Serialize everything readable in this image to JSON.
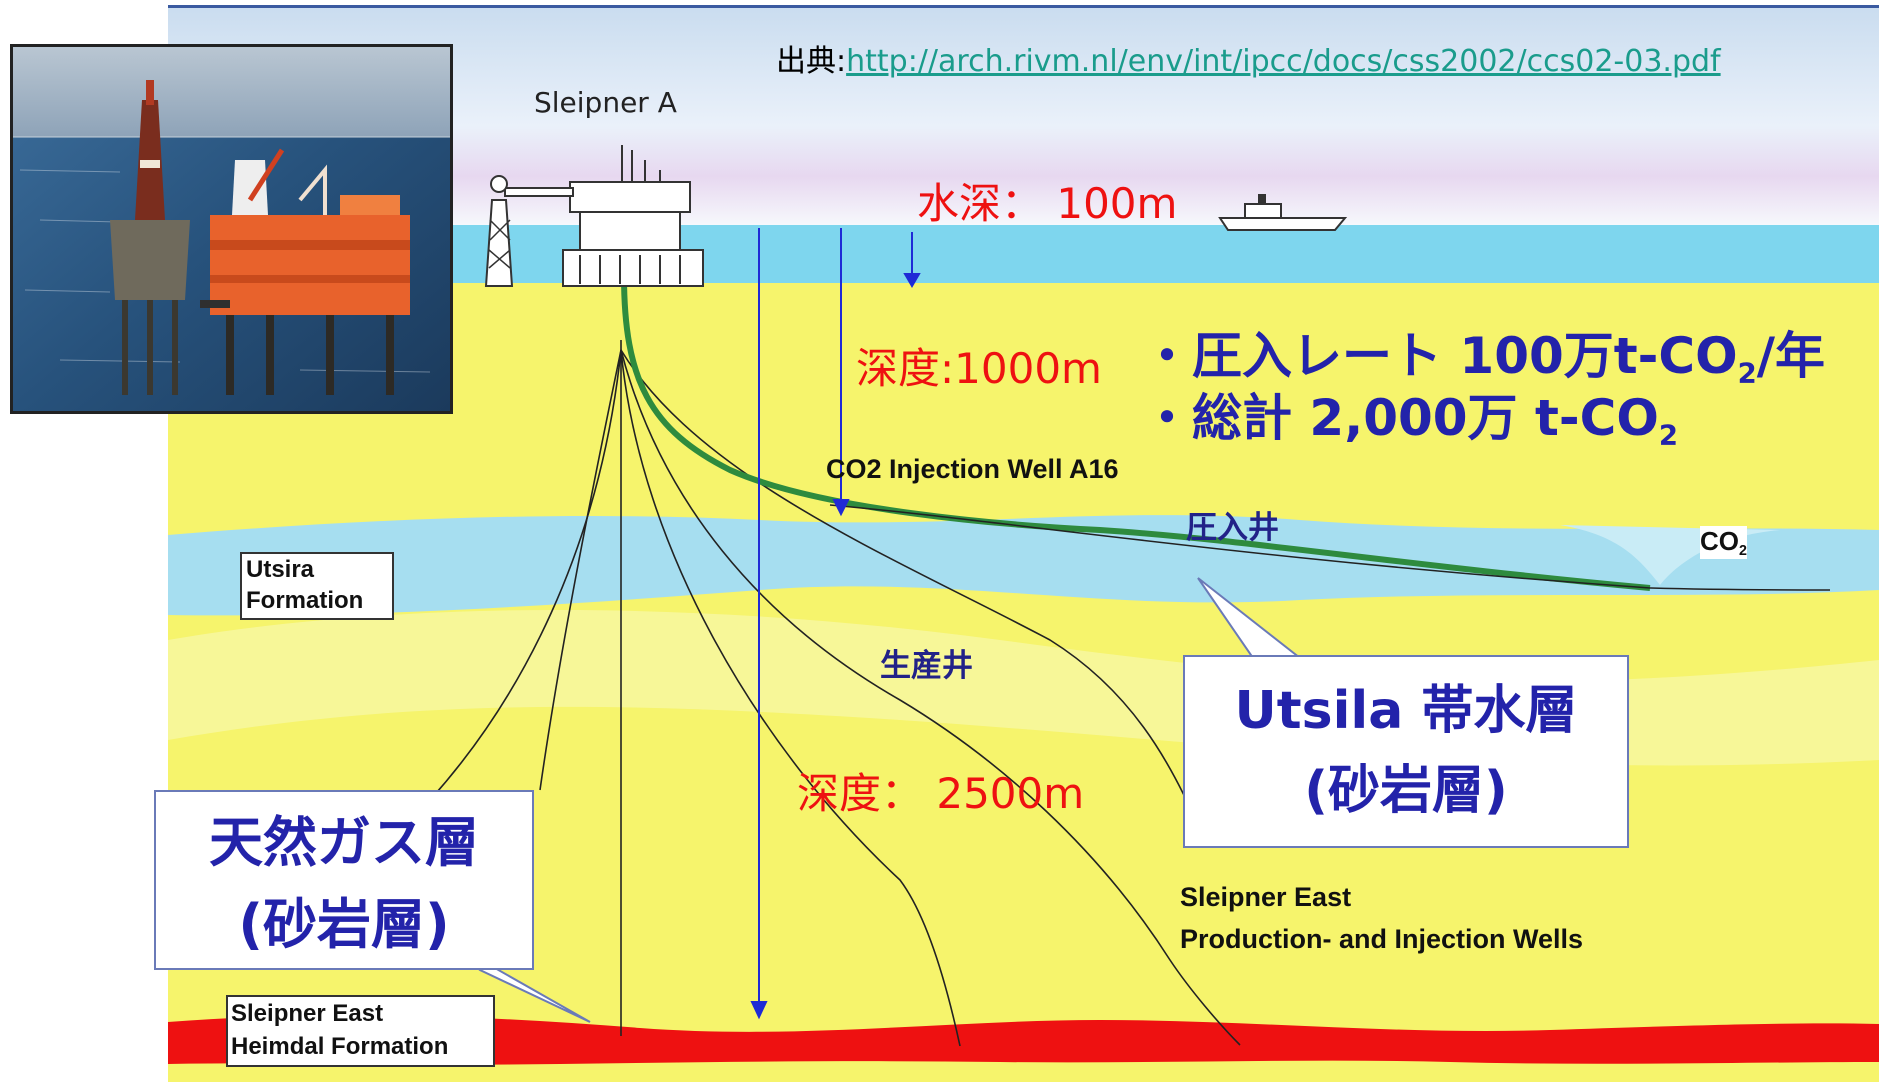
{
  "source": {
    "prefix": "出典:",
    "url": "http://arch.rivm.nl/env/int/ipcc/docs/css2002/ccs02-03.pdf"
  },
  "platform_label": "Sleipner A",
  "water_depth": "水深： 100m",
  "depth_1000": "深度:1000m",
  "depth_2500": "深度： 2500m",
  "stats": {
    "rate": {
      "prefix": "・圧入レート 100万t-CO",
      "sub": "2",
      "suffix": "/年"
    },
    "total": {
      "prefix": "・総計 2,000万 t-CO",
      "sub": "2"
    }
  },
  "injection_well_label": "CO2 Injection Well A16",
  "injection_well_jp": "圧入井",
  "co2_tag": {
    "main": "CO",
    "sub": "2"
  },
  "utsira_box": {
    "line1": "Utsira",
    "line2": "Formation"
  },
  "production_well_jp": "生産井",
  "aquifer_callout": {
    "line1": "Utsila 帯水層",
    "line2": "(砂岩層)"
  },
  "gas_callout": {
    "line1": "天然ガス層",
    "line2": "(砂岩層)"
  },
  "sleipner_east_wells": {
    "line1": "Sleipner East",
    "line2": "Production- and Injection Wells"
  },
  "heimdal_box": {
    "line1": "Sleipner East",
    "line2": "Heimdal Formation"
  },
  "colors": {
    "sky": "#d8e6f4",
    "water": "#7ed6ee",
    "sediment": "#f6f46c",
    "aquifer": "#a6def0",
    "gas_layer": "#ee1111",
    "well": "#2e8b3e",
    "arrow": "#1f2ad6"
  }
}
